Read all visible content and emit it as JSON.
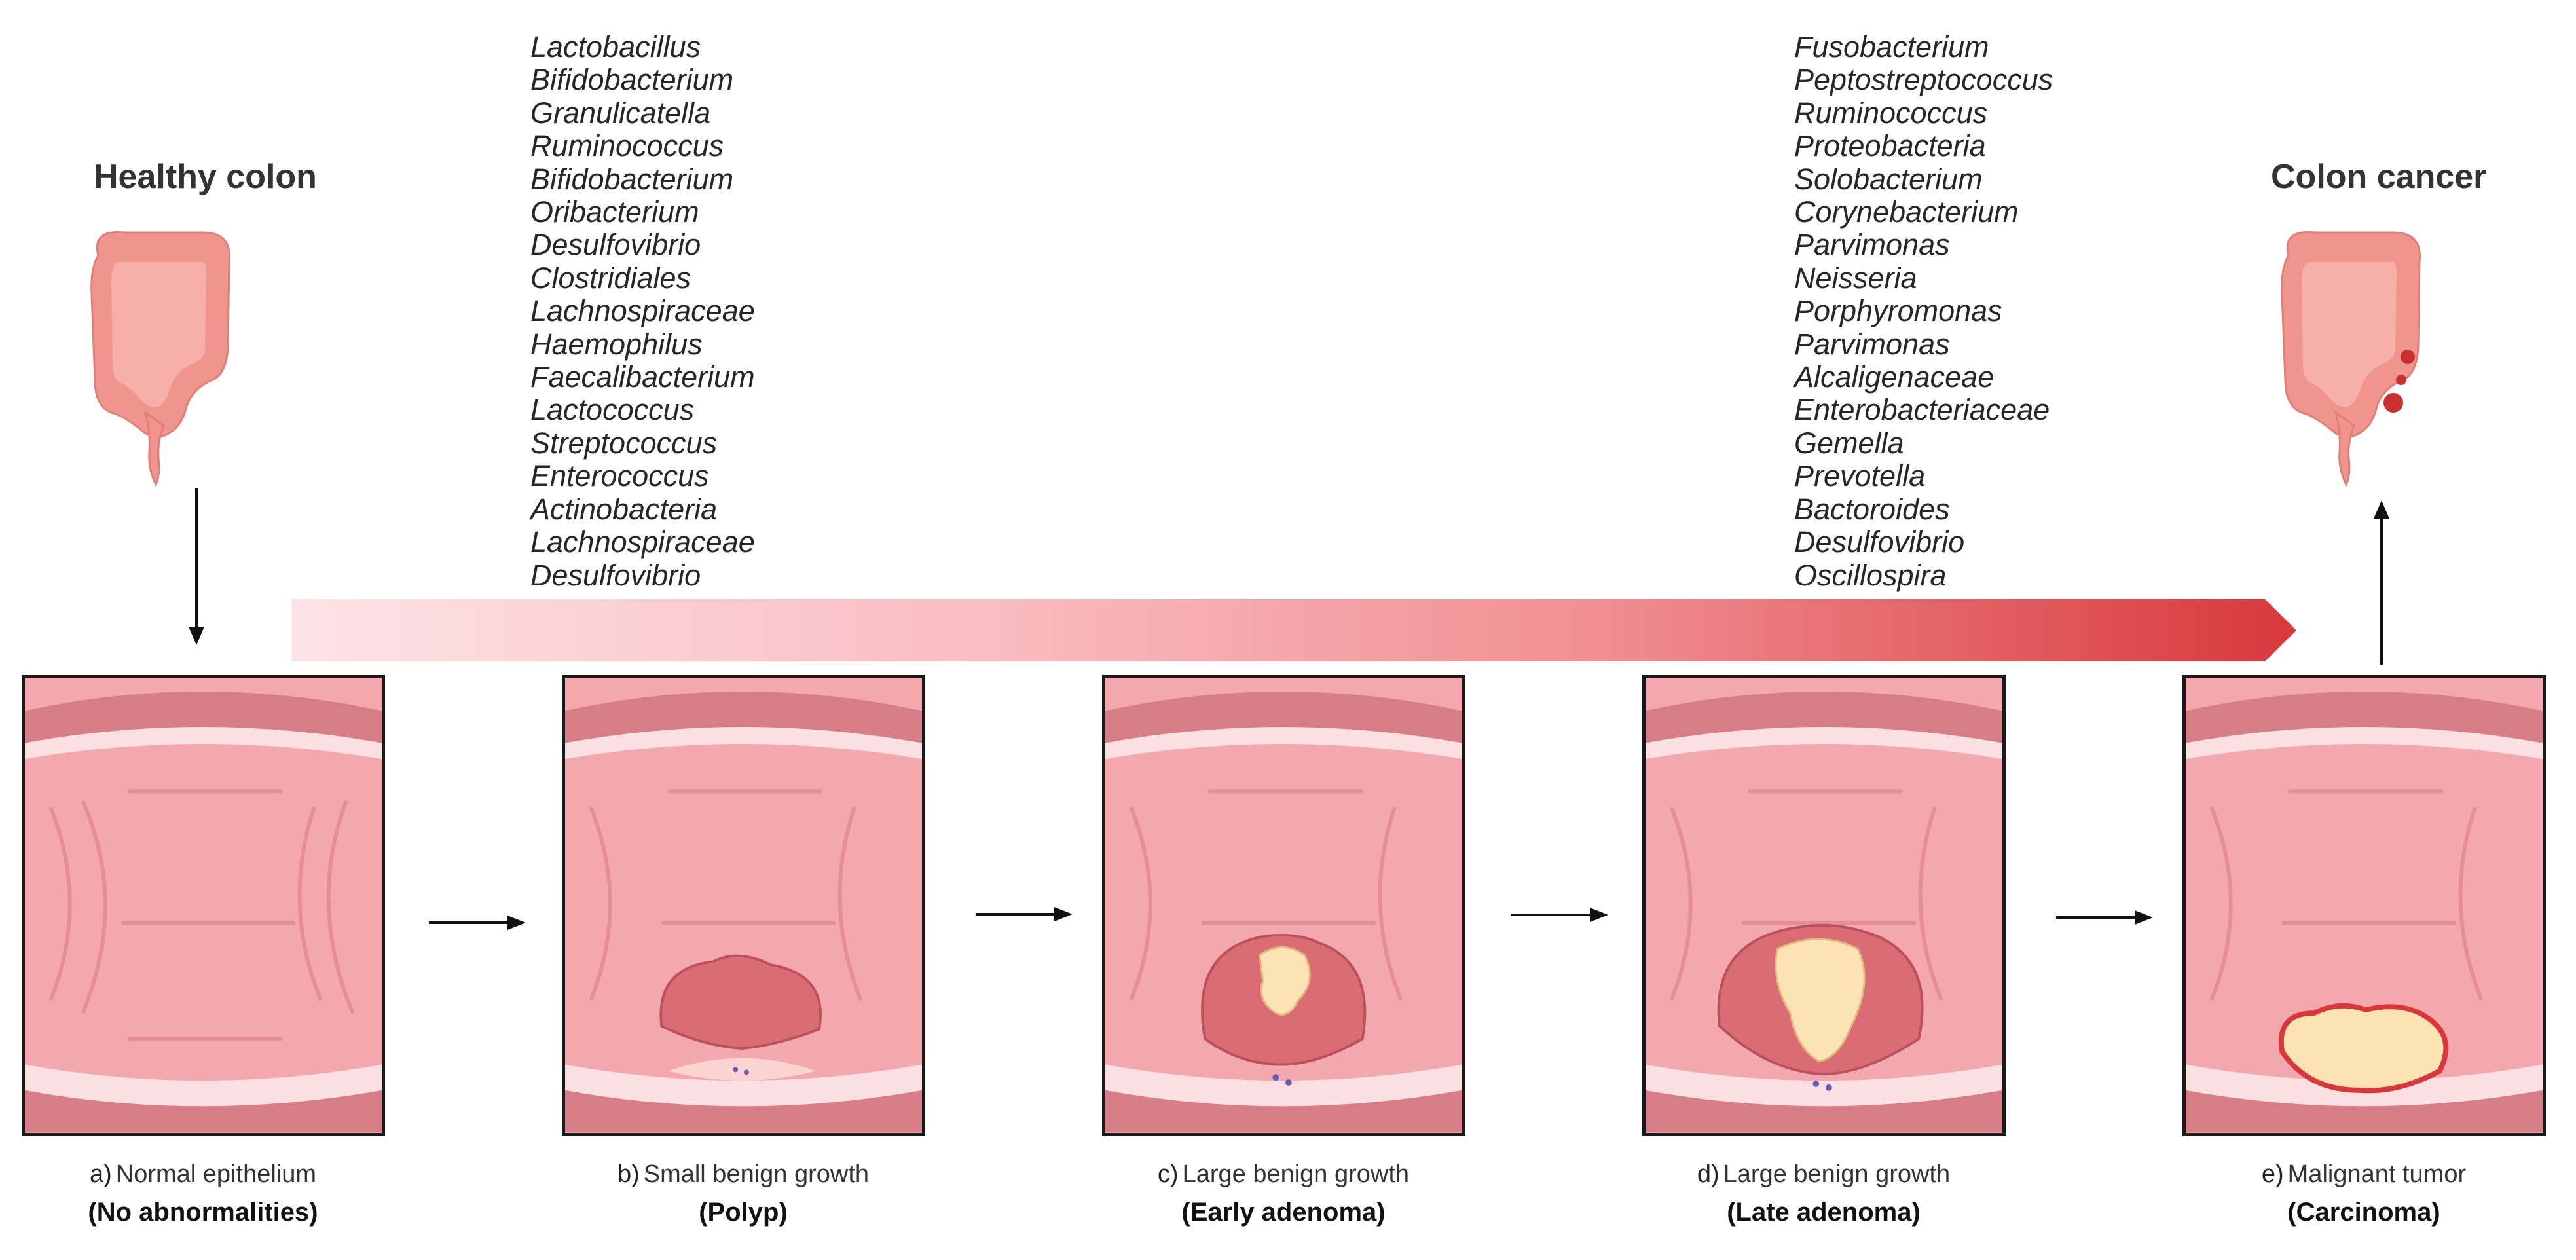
{
  "titles": {
    "healthy": "Healthy colon",
    "cancer": "Colon cancer"
  },
  "bacteria_left": [
    "Lactobacillus",
    "Bifidobacterium",
    "Granulicatella",
    "Ruminococcus",
    "Bifidobacterium",
    "Oribacterium",
    "Desulfovibrio",
    "Clostridiales",
    "Lachnospiraceae",
    "Haemophilus",
    "Faecalibacterium",
    "Lactococcus",
    "Streptococcus",
    "Enterococcus",
    "Actinobacteria",
    "Lachnospiraceae",
    "Desulfovibrio"
  ],
  "bacteria_right": [
    "Fusobacterium",
    "Peptostreptococcus",
    "Ruminococcus",
    "Proteobacteria",
    "Solobacterium",
    "Corynebacterium",
    "Parvimonas",
    "Neisseria",
    "Porphyromonas",
    "Parvimonas",
    "Alcaligenaceae",
    "Enterobacteriaceae",
    "Gemella",
    "Prevotella",
    "Bactoroides",
    "Desulfovibrio",
    "Oscillospira"
  ],
  "stages": [
    {
      "letter": "a)",
      "label": "Normal epithelium",
      "detail": "(No abnormalities)"
    },
    {
      "letter": "b)",
      "label": "Small benign growth",
      "detail": "(Polyp)"
    },
    {
      "letter": "c)",
      "label": "Large benign growth",
      "detail": "(Early adenoma)"
    },
    {
      "letter": "d)",
      "label": "Large benign growth",
      "detail": "(Late adenoma)"
    },
    {
      "letter": "e)",
      "label": "Malignant tumor",
      "detail": "(Carcinoma)"
    }
  ],
  "colors": {
    "colon": "#f0958e",
    "tissue": "#f4a7ae",
    "gradient_start": "#fde3e5",
    "gradient_end": "#d8383b",
    "tumor": "#fbe3b5"
  }
}
